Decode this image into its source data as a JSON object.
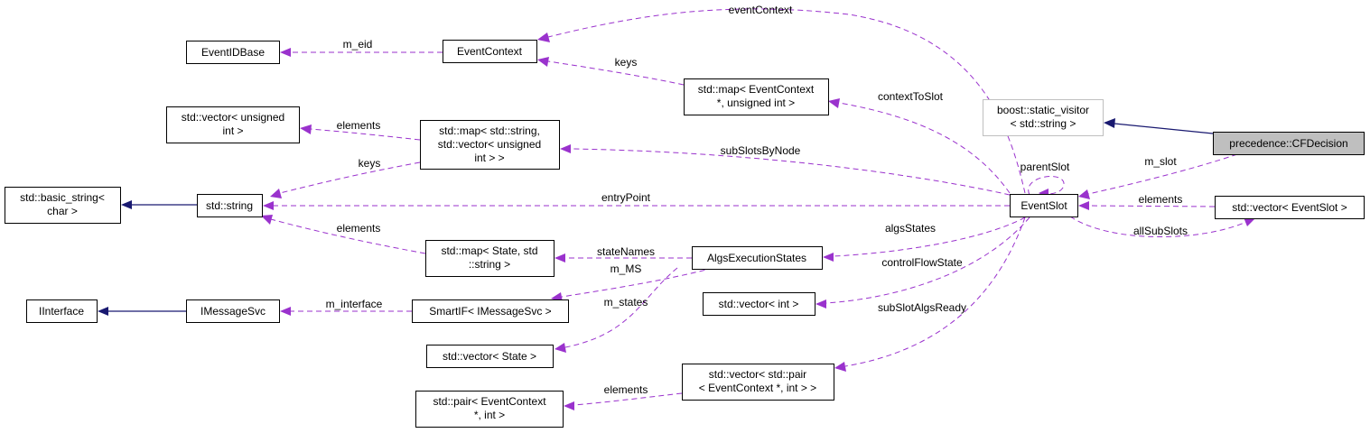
{
  "nodes": {
    "cfdecision": [
      "precedence::CFDecision"
    ],
    "static_visitor": [
      "boost::static_visitor",
      "< std::string >"
    ],
    "eventslot": [
      "EventSlot"
    ],
    "vec_eventslot": [
      "std::vector< EventSlot >"
    ],
    "eventcontext": [
      "EventContext"
    ],
    "eventidbase": [
      "EventIDBase"
    ],
    "map_ctx": [
      "std::map< EventContext",
      "*, unsigned int >"
    ],
    "vec_uint": [
      "std::vector< unsigned",
      "int >"
    ],
    "map_str_vec": [
      "std::map< std::string,",
      "std::vector< unsigned",
      "int > >"
    ],
    "basic_string": [
      "std::basic_string<",
      "char >"
    ],
    "string": [
      "std::string"
    ],
    "map_state": [
      "std::map< State, std",
      "::string >"
    ],
    "algs_states": [
      "AlgsExecutionStates"
    ],
    "iinterface": [
      "IInterface"
    ],
    "imessagesvc": [
      "IMessageSvc"
    ],
    "smartif": [
      "SmartIF< IMessageSvc >"
    ],
    "vec_int": [
      "std::vector< int >"
    ],
    "vec_state": [
      "std::vector< State >"
    ],
    "vec_pair": [
      "std::vector< std::pair",
      "< EventContext *, int > >"
    ],
    "pair": [
      "std::pair< EventContext",
      "*, int >"
    ]
  },
  "edges": {
    "eventContext": "eventContext",
    "m_eid": "m_eid",
    "keys_ctx": "keys",
    "contextToSlot": "contextToSlot",
    "elements_vec_uint": "elements",
    "keys_str": "keys",
    "subSlotsByNode": "subSlotsByNode",
    "parentSlot": "parentSlot",
    "m_slot": "m_slot",
    "elements_slot": "elements",
    "allSubSlots": "allSubSlots",
    "entryPoint": "entryPoint",
    "elements_str": "elements",
    "stateNames": "stateNames",
    "algsStates": "algsStates",
    "m_MS": "m_MS",
    "controlFlowState": "controlFlowState",
    "m_interface": "m_interface",
    "m_states": "m_states",
    "subSlotAlgsReady": "subSlotAlgsReady",
    "elements_pair": "elements"
  }
}
